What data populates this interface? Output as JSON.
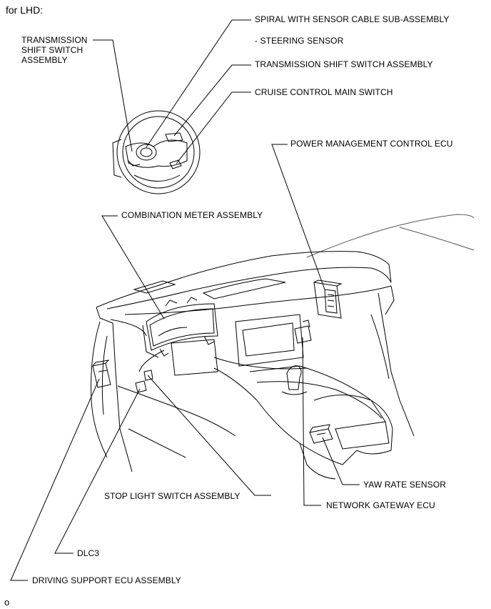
{
  "header": {
    "title": "for LHD:"
  },
  "footer": {
    "mark": "o"
  },
  "labels": {
    "transmission_shift_switch_assembly_left": "TRANSMISSION\nSHIFT SWITCH\nASSEMBLY",
    "spiral_cable": "SPIRAL WITH SENSOR CABLE SUB-ASSEMBLY",
    "steering_sensor": "- STEERING SENSOR",
    "transmission_shift_switch_assembly_right": "TRANSMISSION SHIFT SWITCH ASSEMBLY",
    "cruise_control_main_switch": "CRUISE CONTROL MAIN SWITCH",
    "power_management_control_ecu": "POWER MANAGEMENT CONTROL ECU",
    "combination_meter_assembly": "COMBINATION METER ASSEMBLY",
    "yaw_rate_sensor": "YAW RATE SENSOR",
    "stop_light_switch_assembly": "STOP LIGHT SWITCH ASSEMBLY",
    "network_gateway_ecu": "NETWORK GATEWAY ECU",
    "dlc3": "DLC3",
    "driving_support_ecu_assembly": "DRIVING SUPPORT ECU ASSEMBLY"
  }
}
